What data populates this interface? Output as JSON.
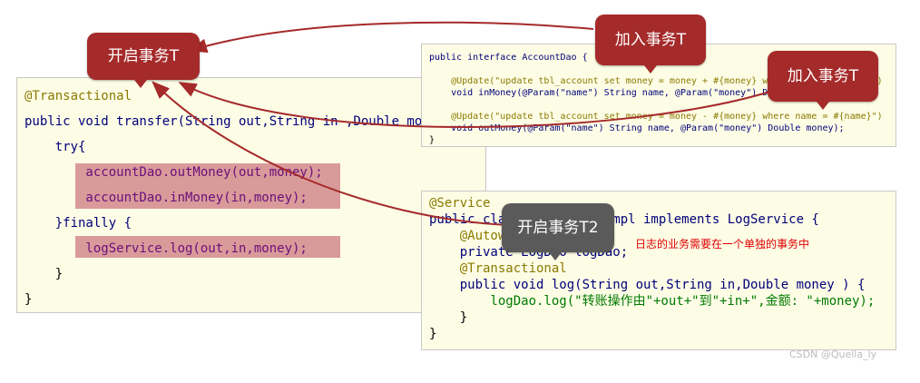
{
  "panel_transfer": {
    "lines": [
      "@Transactional",
      "public void transfer(String out,String in ,Double money",
      "    try{",
      "        accountDao.outMoney(out,money);",
      "        accountDao.inMoney(in,money);",
      "    }finally {",
      "        logService.log(out,in,money);",
      "    }",
      "}"
    ]
  },
  "panel_dao": {
    "lines": [
      "public interface AccountDao {",
      "",
      "    @Update(\"update tbl_account set money = money + #{money} where name = #{name}\")",
      "    void inMoney(@Param(\"name\") String name, @Param(\"money\") Double money);",
      "",
      "    @Update(\"update tbl_account set money = money - #{money} where name = #{name}\")",
      "    void outMoney(@Param(\"name\") String name, @Param(\"money\") Double money);",
      "}"
    ]
  },
  "panel_log": {
    "lines": [
      "@Service",
      "public class LogServiceImpl implements LogService {",
      "    @Autowired",
      "    private LogDao logDao;",
      "    @Transactional",
      "    public void log(String out,String in,Double money ) {",
      "        logDao.log(\"转账操作由\"+out+\"到\"+in+\",金额: \"+money);",
      "    }",
      "}"
    ]
  },
  "labels": {
    "open_tx": "开启事务T",
    "join_tx_1": "加入事务T",
    "join_tx_2": "加入事务T",
    "open_tx2": "开启事务T2"
  },
  "annotation": "日志的业务需要在一个单独的事务中",
  "watermark": "CSDN @Quella_ly",
  "colors": {
    "bubble_red": "#a52a2a",
    "bubble_gray": "#5a5a5a",
    "arrow": "#a52a2a",
    "annotation": "#e00000",
    "highlight": "#d99a9a",
    "panel_bg": "#fdfde6"
  }
}
